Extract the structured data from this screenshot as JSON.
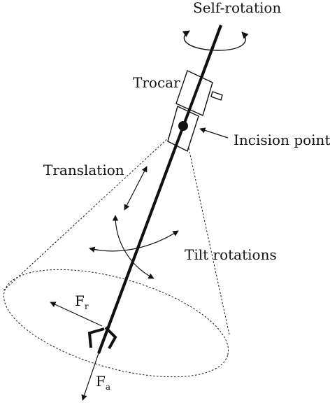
{
  "labels": {
    "self_rotation": "Self-rotation",
    "trocar": "Trocar",
    "incision_point": "Incision point",
    "translation": "Translation",
    "tilt_rotations": "Tilt rotations",
    "force_radial_main": "F",
    "force_radial_sub": "r",
    "force_axial_main": "F",
    "force_axial_sub": "a"
  },
  "colors": {
    "ink": "#111111",
    "background": "#ffffff"
  }
}
